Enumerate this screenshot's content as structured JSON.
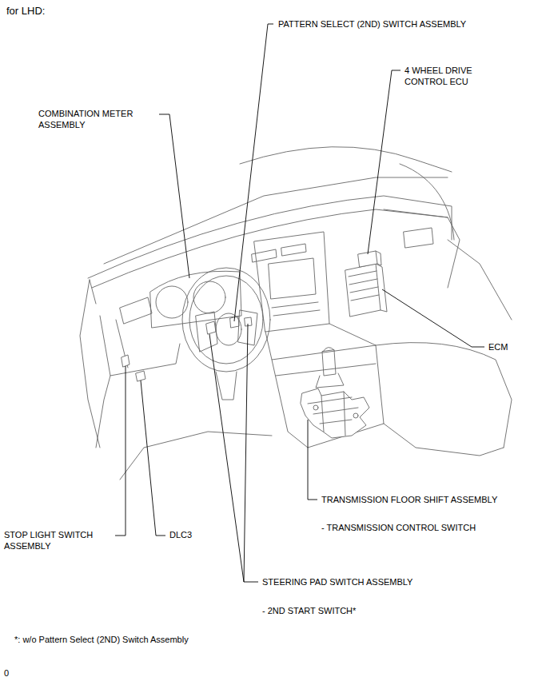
{
  "diagram": {
    "title": "for LHD:",
    "labels": [
      "PATTERN SELECT (2ND) SWITCH ASSEMBLY",
      "4 WHEEL DRIVE CONTROL ECU",
      "COMBINATION METER ASSEMBLY",
      "ECM",
      "TRANSMISSION FLOOR SHIFT ASSEMBLY",
      "- TRANSMISSION CONTROL SWITCH",
      "STOP LIGHT SWITCH ASSEMBLY",
      "DLC3",
      "STEERING PAD SWITCH ASSEMBLY",
      "- 2ND START SWITCH*",
      "*: w/o Pattern Select (2ND) Switch Assembly",
      "0"
    ]
  }
}
